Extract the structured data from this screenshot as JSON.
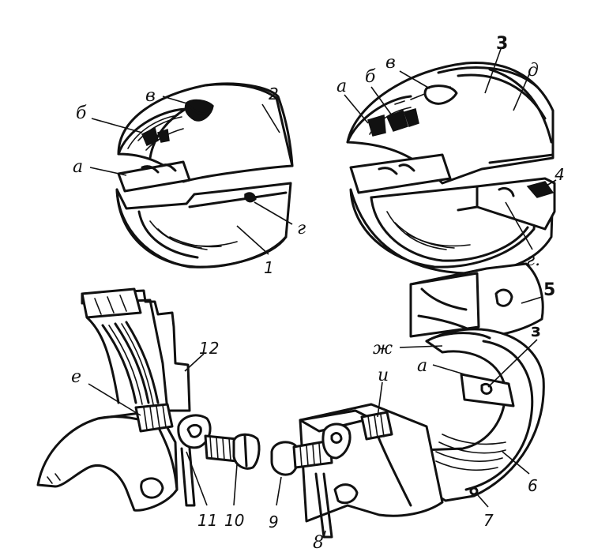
{
  "labels": {
    "top_left": {
      "a": "а",
      "b": "б",
      "v": "в",
      "g": "г",
      "n1": "1",
      "n2": "2"
    },
    "top_right": {
      "a": "а",
      "b": "б",
      "v": "в",
      "d": "д",
      "g": "г.",
      "n3": "3",
      "n4": "4"
    },
    "bottom_right": {
      "zh": "ж",
      "a": "а",
      "z": "з",
      "i": "и",
      "n5": "5",
      "n6": "6",
      "n7": "7",
      "n8": "8",
      "n9": "9"
    },
    "bottom_left": {
      "e": "е",
      "n10": "10",
      "n11": "11",
      "n12": "12"
    }
  }
}
